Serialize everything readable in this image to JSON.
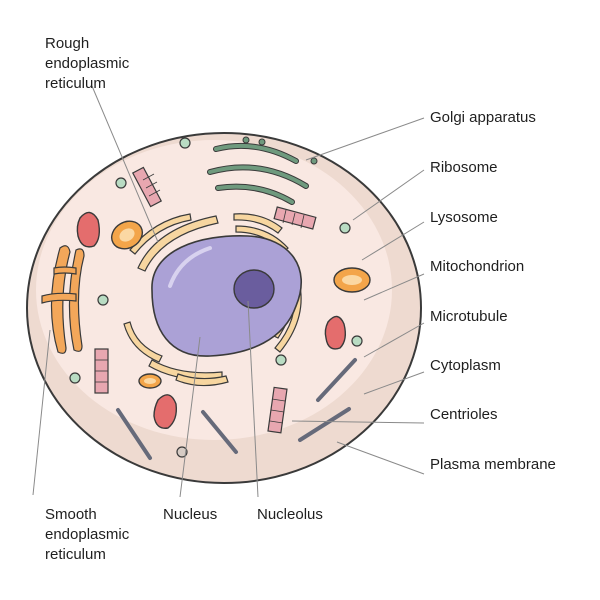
{
  "labels": {
    "rough_er": [
      "Rough",
      "endoplasmic",
      "reticulum"
    ],
    "smooth_er": [
      "Smooth",
      "endoplasmic",
      "reticulum"
    ],
    "nucleus": "Nucleus",
    "nucleolus": "Nucleolus",
    "golgi": "Golgi apparatus",
    "ribosome": "Ribosome",
    "lysosome": "Lysosome",
    "mitochondrion": "Mitochondrion",
    "microtubule": "Microtubule",
    "cytoplasm": "Cytoplasm",
    "centrioles": "Centrioles",
    "plasma_membrane": "Plasma membrane"
  },
  "colors": {
    "cytoplasm": "#f9e8e2",
    "membrane_shadow": "#eedad0",
    "outline": "#3a3a3a",
    "nucleus": "#aba1d6",
    "nucleolus": "#6a5d9e",
    "rough_er": "#f7d6a0",
    "golgi": "#6f9a7e",
    "lysosome": "#e46d6d",
    "mitochondrion": "#f3a54a",
    "ribosome": "#b9dcc3",
    "smooth_er": "#f3a75a",
    "microtubule": "#666a7a",
    "centriole": "#e8a7b0",
    "leader_line": "#8a8a8a"
  }
}
